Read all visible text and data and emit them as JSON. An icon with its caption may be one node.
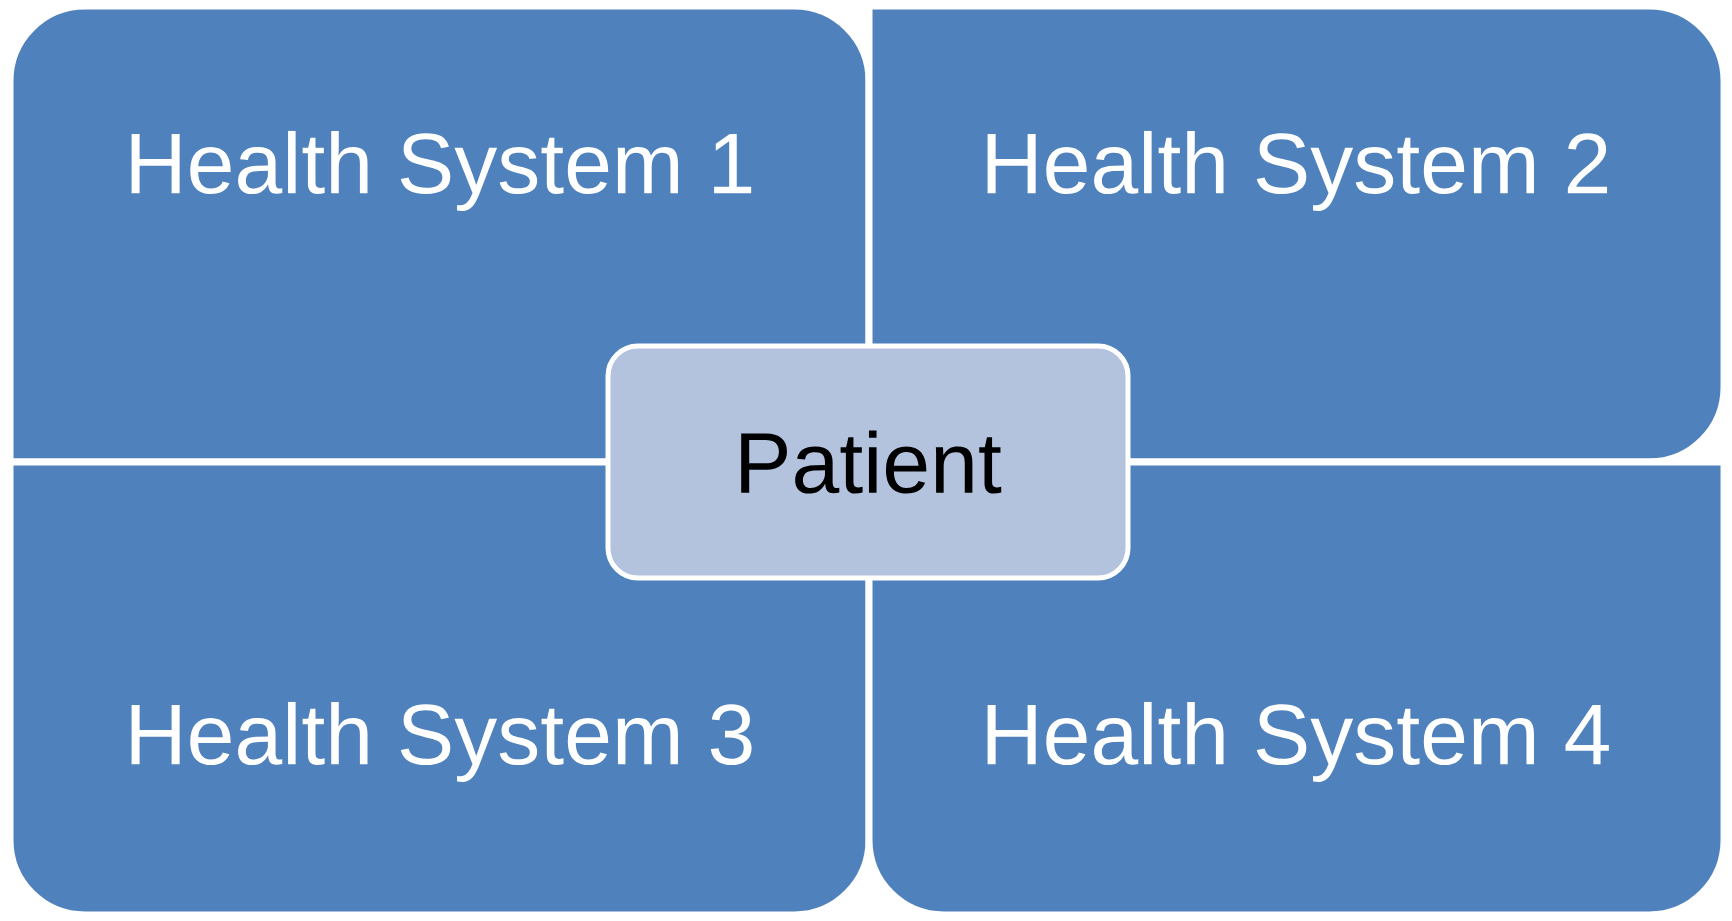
{
  "diagram": {
    "nodes": [
      {
        "text": [
          "Health System 1"
        ]
      },
      {
        "text": [
          "Health System 2"
        ]
      },
      {
        "text": [
          "Health System 3"
        ]
      },
      {
        "text": [
          "Health System 4"
        ]
      },
      {
        "text": [
          "Patient"
        ]
      }
    ]
  }
}
